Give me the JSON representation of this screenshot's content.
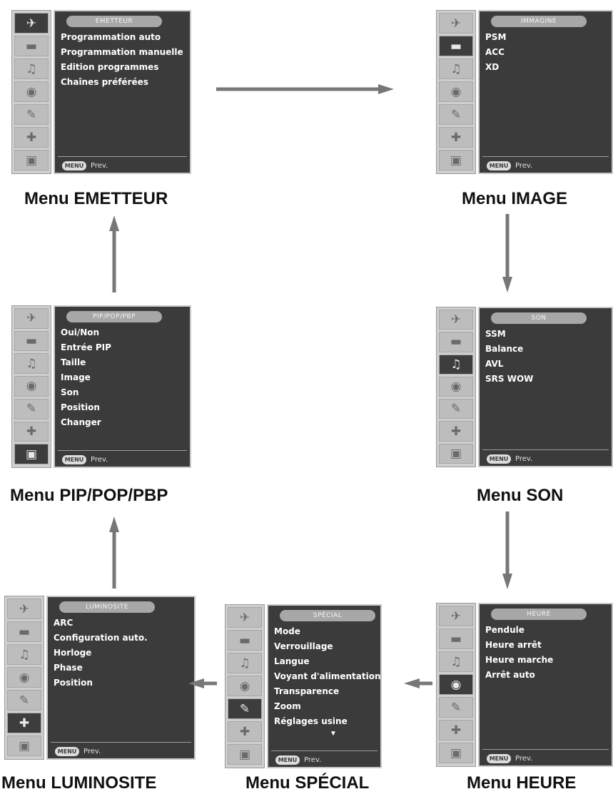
{
  "common": {
    "menu_button": "MENU",
    "prev_label": "Prev."
  },
  "icons": [
    "satellite-icon",
    "picture-icon",
    "sound-icon",
    "clock-icon",
    "special-icon",
    "screen-icon",
    "pip-icon"
  ],
  "menus": {
    "emetteur": {
      "title": "EMETTEUR",
      "caption": "Menu EMETTEUR",
      "active_icon": 0,
      "items": [
        "Programmation auto",
        "Programmation manuelle",
        "Edition programmes",
        "Chaînes préférées"
      ]
    },
    "image": {
      "title": "IMMAGINE",
      "caption": "Menu IMAGE",
      "active_icon": 1,
      "items": [
        "PSM",
        "ACC",
        "XD"
      ]
    },
    "son": {
      "title": "SON",
      "caption": "Menu SON",
      "active_icon": 2,
      "items": [
        "SSM",
        "Balance",
        "AVL",
        "SRS WOW"
      ]
    },
    "heure": {
      "title": "HEURE",
      "caption": "Menu HEURE",
      "active_icon": 3,
      "items": [
        "Pendule",
        "Heure arrêt",
        "Heure marche",
        "Arrêt auto"
      ]
    },
    "special": {
      "title": "SPÉCIAL",
      "caption": "Menu SPÉCIAL",
      "active_icon": 4,
      "more_indicator": "▼",
      "items": [
        "Mode",
        "Verrouillage",
        "Langue",
        "Voyant d'alimentation",
        "Transparence",
        "Zoom",
        "Réglages usine"
      ]
    },
    "luminosite": {
      "title": "LUMINOSITE",
      "caption": "Menu LUMINOSITE",
      "active_icon": 5,
      "items": [
        "ARC",
        "Configuration auto.",
        "Horloge",
        "Phase",
        "Position"
      ]
    },
    "pip": {
      "title": "PIP/POP/PBP",
      "caption": "Menu PIP/POP/PBP",
      "active_icon": 6,
      "items": [
        "Oui/Non",
        "Entrée PIP",
        "Taille",
        "Image",
        "Son",
        "Position",
        "Changer"
      ]
    }
  },
  "colors": {
    "panel": "#3b3b3b",
    "arrow": "#777777",
    "active_icon": "#3d3d3d"
  }
}
